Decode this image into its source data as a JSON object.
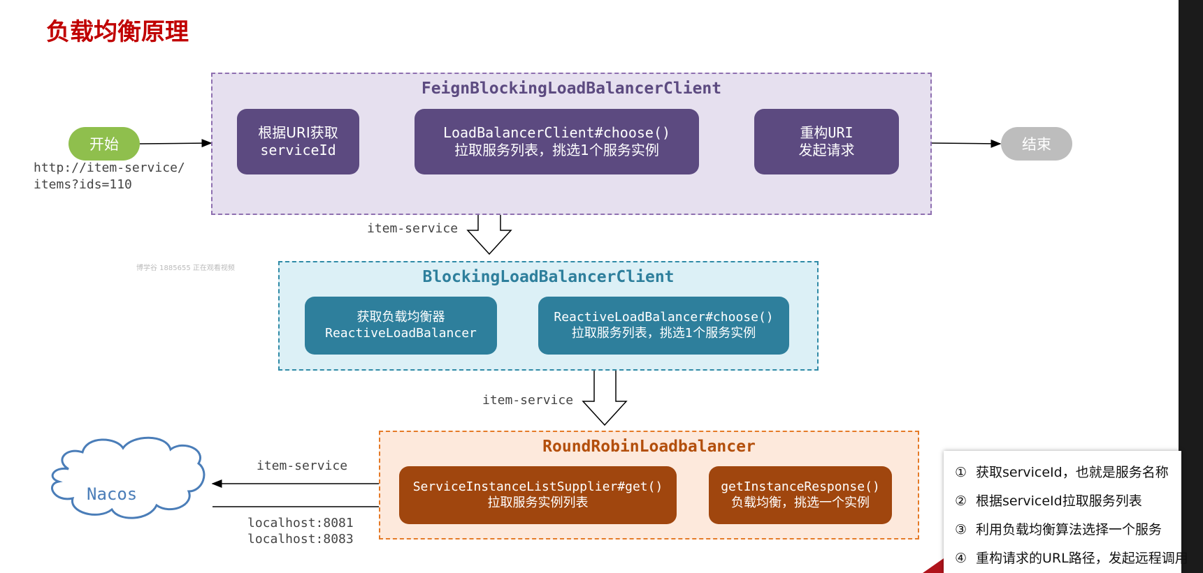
{
  "title": "负载均衡原理",
  "start_label": "开始",
  "end_label": "结束",
  "request_url_line1": "http://item-service/",
  "request_url_line2": "items?ids=110",
  "feign": {
    "title": "FeignBlockingLoadBalancerClient",
    "step1": [
      "根据URI获取",
      "serviceId"
    ],
    "step2": [
      "LoadBalancerClient#choose()",
      "拉取服务列表，挑选1个服务实例"
    ],
    "step3": [
      "重构URI",
      "发起请求"
    ]
  },
  "arrow1_label": "item-service",
  "blocking": {
    "title": "BlockingLoadBalancerClient",
    "step1": [
      "获取负载均衡器",
      "ReactiveLoadBalancer"
    ],
    "step2": [
      "ReactiveLoadBalancer#choose()",
      "拉取服务列表，挑选1个服务实例"
    ]
  },
  "arrow2_label": "item-service",
  "roundrobin": {
    "title": "RoundRobinLoadbalancer",
    "step1": [
      "ServiceInstanceListSupplier#get()",
      "拉取服务实例列表"
    ],
    "step2": [
      "getInstanceResponse()",
      "负载均衡，挑选一个实例"
    ]
  },
  "nacos_label": "Nacos",
  "nacos_request_label": "item-service",
  "nacos_response_lines": [
    "localhost:8081",
    "localhost:8083"
  ],
  "watermark": "博学谷 1885655 正在观看视频",
  "legend": [
    {
      "num": "①",
      "text": "获取serviceId，也就是服务名称"
    },
    {
      "num": "②",
      "text": "根据serviceId拉取服务列表"
    },
    {
      "num": "③",
      "text": "利用负载均衡算法选择一个服务"
    },
    {
      "num": "④",
      "text": "重构请求的URL路径，发起远程调用"
    }
  ],
  "colors": {
    "feign_bg": "#e6e0ef",
    "feign_border": "#8e6fb0",
    "feign_box": "#5c4a80",
    "feign_title": "#5c4a80",
    "blocking_bg": "#dcf0f6",
    "blocking_border": "#2f8aa6",
    "blocking_box": "#2e7f9c",
    "blocking_title": "#2e7f9c",
    "rr_bg": "#fde9dc",
    "rr_border": "#e57a27",
    "rr_box": "#a0460e",
    "rr_title": "#b34f0c",
    "start": "#8fbf4d",
    "end": "#bdbdbd",
    "nacos": "#4a7db8"
  }
}
